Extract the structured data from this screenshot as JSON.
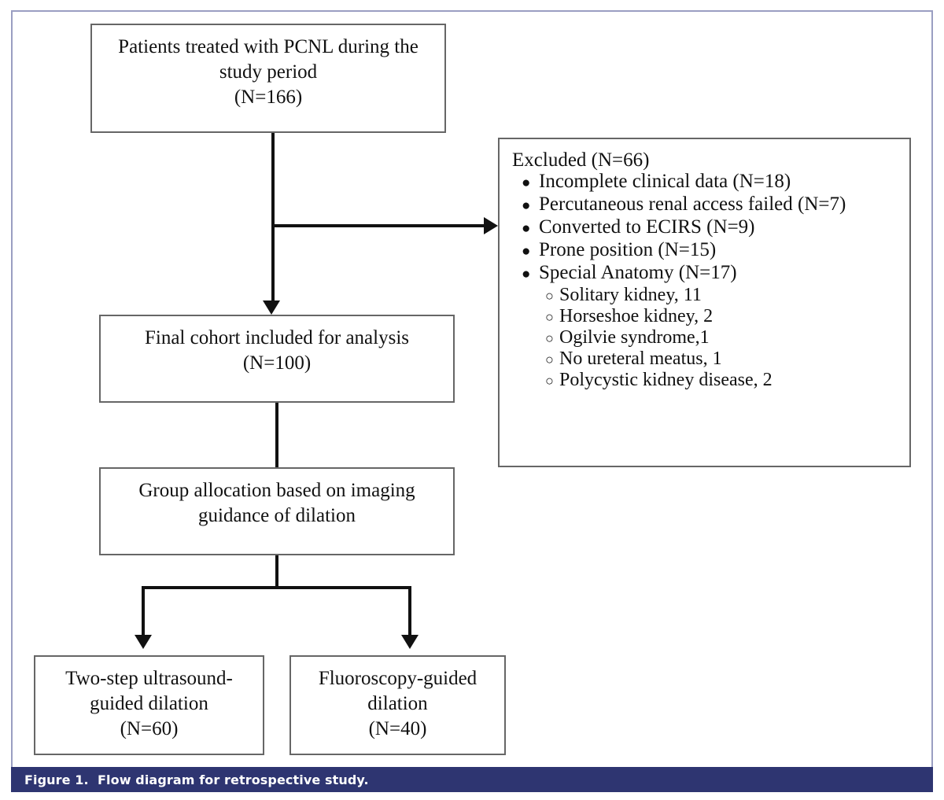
{
  "figure": {
    "caption": "Figure 1.  Flow diagram for retrospective study.",
    "caption_bar_color": "#2e3571",
    "frame_color": "#9a9ec2",
    "box_border_color": "#666666",
    "connector_color": "#111111"
  },
  "boxes": {
    "cohort_start": {
      "line1": "Patients treated with PCNL during the",
      "line2": "study period",
      "line3": "(N=166)"
    },
    "final_cohort": {
      "line1": "Final cohort included for analysis",
      "line2": "(N=100)"
    },
    "group_allocation": {
      "line1": "Group allocation based on imaging",
      "line2": "guidance of dilation"
    },
    "ultrasound_arm": {
      "line1": "Two-step ultrasound-",
      "line2": "guided dilation",
      "line3": "(N=60)"
    },
    "fluoroscopy_arm": {
      "line1": "Fluoroscopy-guided",
      "line2": "dilation",
      "line3": "(N=40)"
    }
  },
  "excluded": {
    "title": "Excluded (N=66)",
    "bullet_glyph": "●",
    "subbullet_glyph": "○",
    "items": [
      {
        "text": "Incomplete clinical data (N=18)"
      },
      {
        "text": "Percutaneous renal access failed (N=7)"
      },
      {
        "text": "Converted to ECIRS (N=9)"
      },
      {
        "text": "Prone position (N=15)"
      },
      {
        "text": "Special Anatomy (N=17)",
        "subitems": [
          "Solitary kidney, 11",
          "Horseshoe kidney, 2",
          "Ogilvie syndrome,1",
          "No ureteral meatus, 1",
          "Polycystic kidney disease, 2"
        ]
      }
    ]
  },
  "chart_data": {
    "type": "diagram",
    "title": "Flow diagram for retrospective study",
    "nodes": [
      {
        "id": "cohort_start",
        "label": "Patients treated with PCNL during the study period",
        "n": 166
      },
      {
        "id": "excluded",
        "label": "Excluded",
        "n": 66
      },
      {
        "id": "final_cohort",
        "label": "Final cohort included for analysis",
        "n": 100
      },
      {
        "id": "group_allocation",
        "label": "Group allocation based on imaging guidance of dilation",
        "n": null
      },
      {
        "id": "ultrasound_arm",
        "label": "Two-step ultrasound-guided dilation",
        "n": 60
      },
      {
        "id": "fluoroscopy_arm",
        "label": "Fluoroscopy-guided dilation",
        "n": 40
      }
    ],
    "exclusion_reasons": [
      {
        "reason": "Incomplete clinical data",
        "n": 18
      },
      {
        "reason": "Percutaneous renal access failed",
        "n": 7
      },
      {
        "reason": "Converted to ECIRS",
        "n": 9
      },
      {
        "reason": "Prone position",
        "n": 15
      },
      {
        "reason": "Special Anatomy",
        "n": 17,
        "breakdown": [
          {
            "reason": "Solitary kidney",
            "n": 11
          },
          {
            "reason": "Horseshoe kidney",
            "n": 2
          },
          {
            "reason": "Ogilvie syndrome",
            "n": 1
          },
          {
            "reason": "No ureteral meatus",
            "n": 1
          },
          {
            "reason": "Polycystic kidney disease",
            "n": 2
          }
        ]
      }
    ],
    "edges": [
      {
        "from": "cohort_start",
        "to": "excluded"
      },
      {
        "from": "cohort_start",
        "to": "final_cohort"
      },
      {
        "from": "final_cohort",
        "to": "group_allocation"
      },
      {
        "from": "group_allocation",
        "to": "ultrasound_arm"
      },
      {
        "from": "group_allocation",
        "to": "fluoroscopy_arm"
      }
    ]
  }
}
